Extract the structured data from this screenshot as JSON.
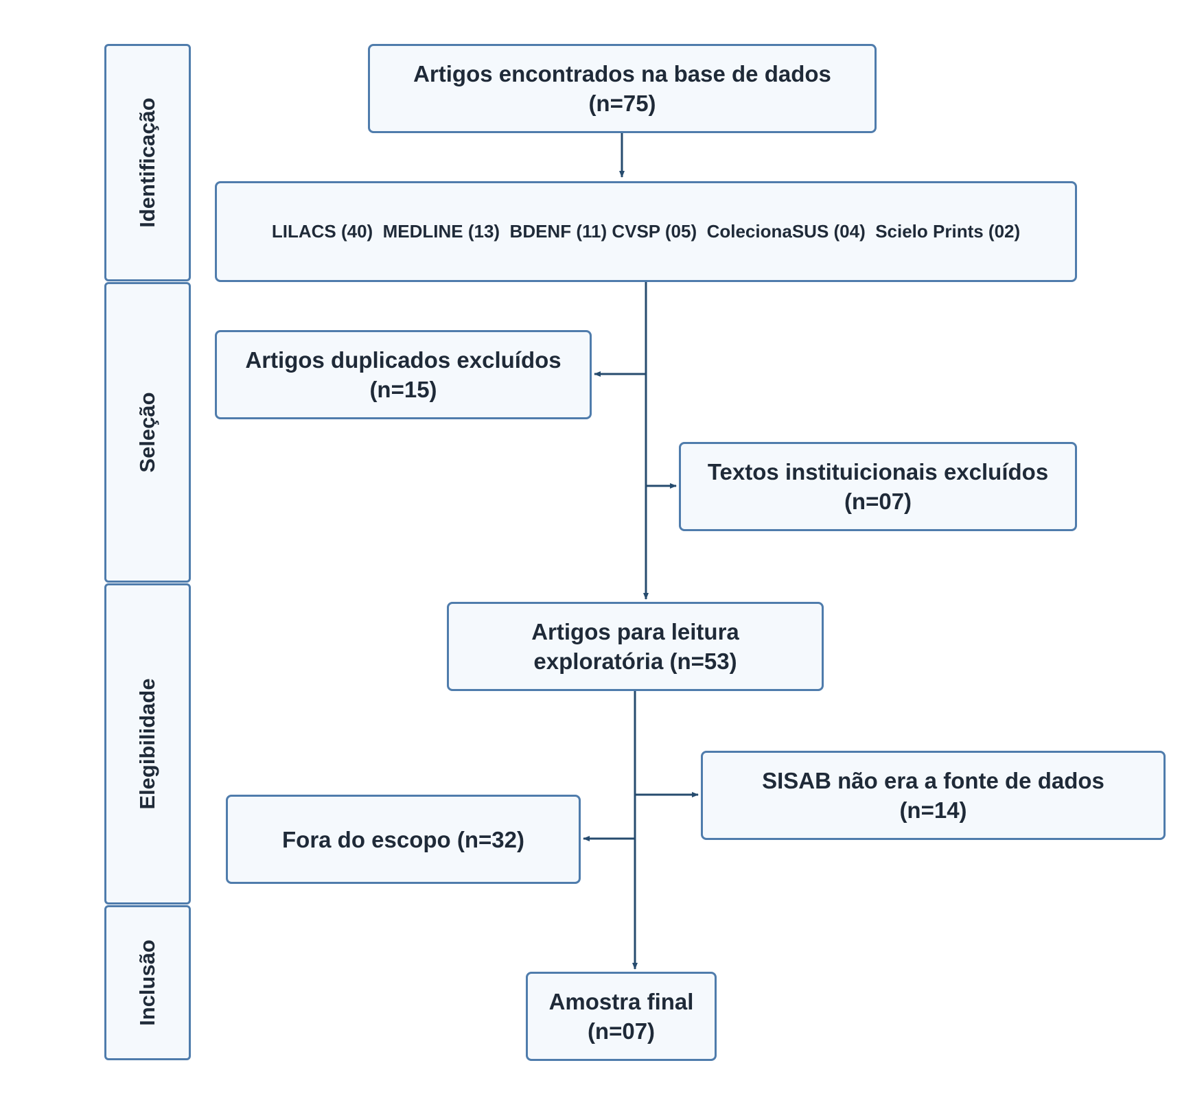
{
  "phases": {
    "identificacao": "Identificação",
    "selecao": "Seleção",
    "elegibilidade": "Elegibilidade",
    "inclusao": "Inclusão"
  },
  "boxes": {
    "encontrados": {
      "line1": "Artigos encontrados na base de dados",
      "line2": "(n=75)"
    },
    "sources": "LILACS (40)  MEDLINE (13)  BDENF (11) CVSP (05)  ColecionaSUS (04)  Scielo Prints (02)",
    "duplicados": {
      "line1": "Artigos duplicados excluídos",
      "line2": "(n=15)"
    },
    "institucionais": {
      "line1": "Textos instituicionais excluídos",
      "line2": "(n=07)"
    },
    "leitura": {
      "line1": "Artigos para leitura",
      "line2": "exploratória (n=53)"
    },
    "sisab": {
      "line1": "SISAB não era a fonte de dados",
      "line2": "(n=14)"
    },
    "escopo": {
      "line1": "Fora do escopo (n=32)"
    },
    "final": {
      "line1": "Amostra final",
      "line2": "(n=07)"
    }
  },
  "colors": {
    "border": "#4f7cac",
    "fill": "#f5f9fd",
    "arrow": "#264b6e",
    "text": "#1f2a38"
  }
}
